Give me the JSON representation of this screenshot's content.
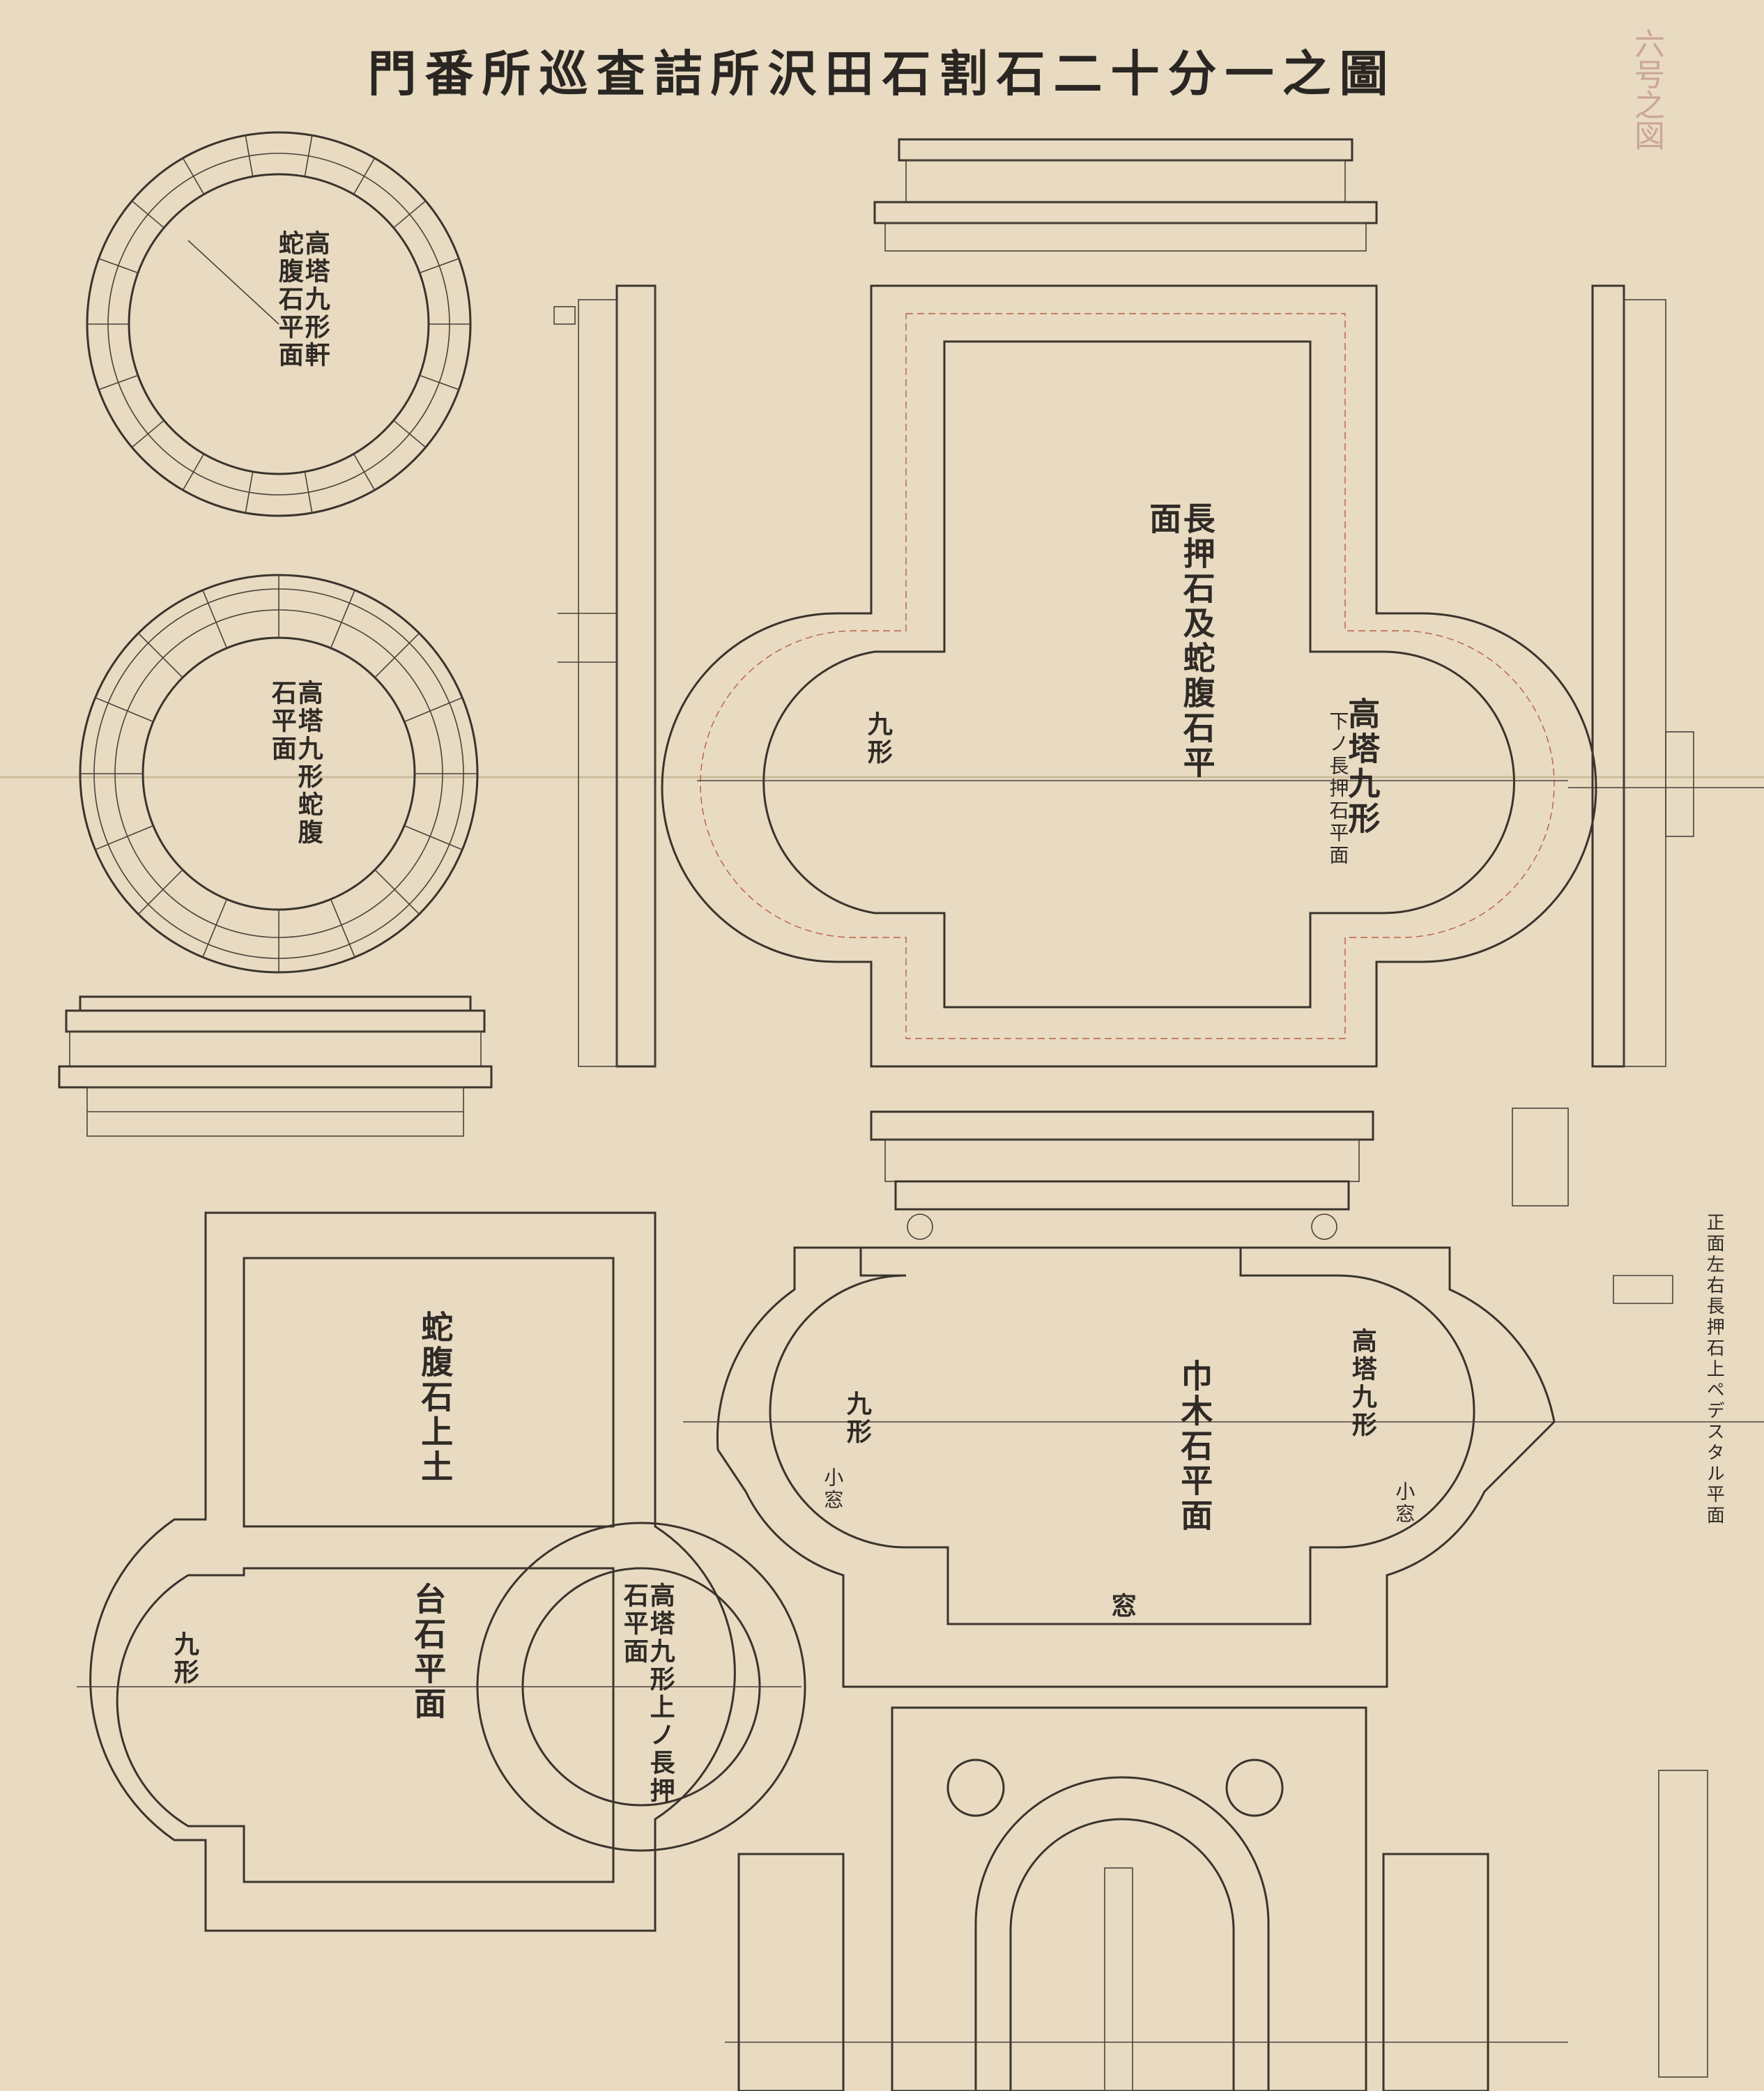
{
  "title": "門番所巡査詰所沢田石割石二十分一之圖",
  "stamp": "六号之図",
  "labels": {
    "p_circle_eaves": "高塔九形軒蛇腹石平面",
    "p_circle_snake": "高塔九形蛇腹石平面",
    "p_nagaoshi_main": "長押石及蛇腹石平面",
    "p_maru_left": "九形",
    "p_koto_right": "高塔九形",
    "p_koto_right_sub": "下ノ長押石平面",
    "p_dabara_top": "蛇腹石上土",
    "p_daiseki": "台石平面",
    "p_maru_bottom_left": "九形",
    "p_koto_upper_nagaoshi": "高塔九形上ノ長押石平面",
    "p_haba_main": "巾木石平面",
    "p_maru_mid": "九形",
    "p_koto_mid": "高塔九形",
    "p_mado": "窓",
    "p_mado_small_left": "小窓",
    "p_mado_small_right": "小窓",
    "p_side_note": "正面左右長押石上ペデスタル平面"
  }
}
